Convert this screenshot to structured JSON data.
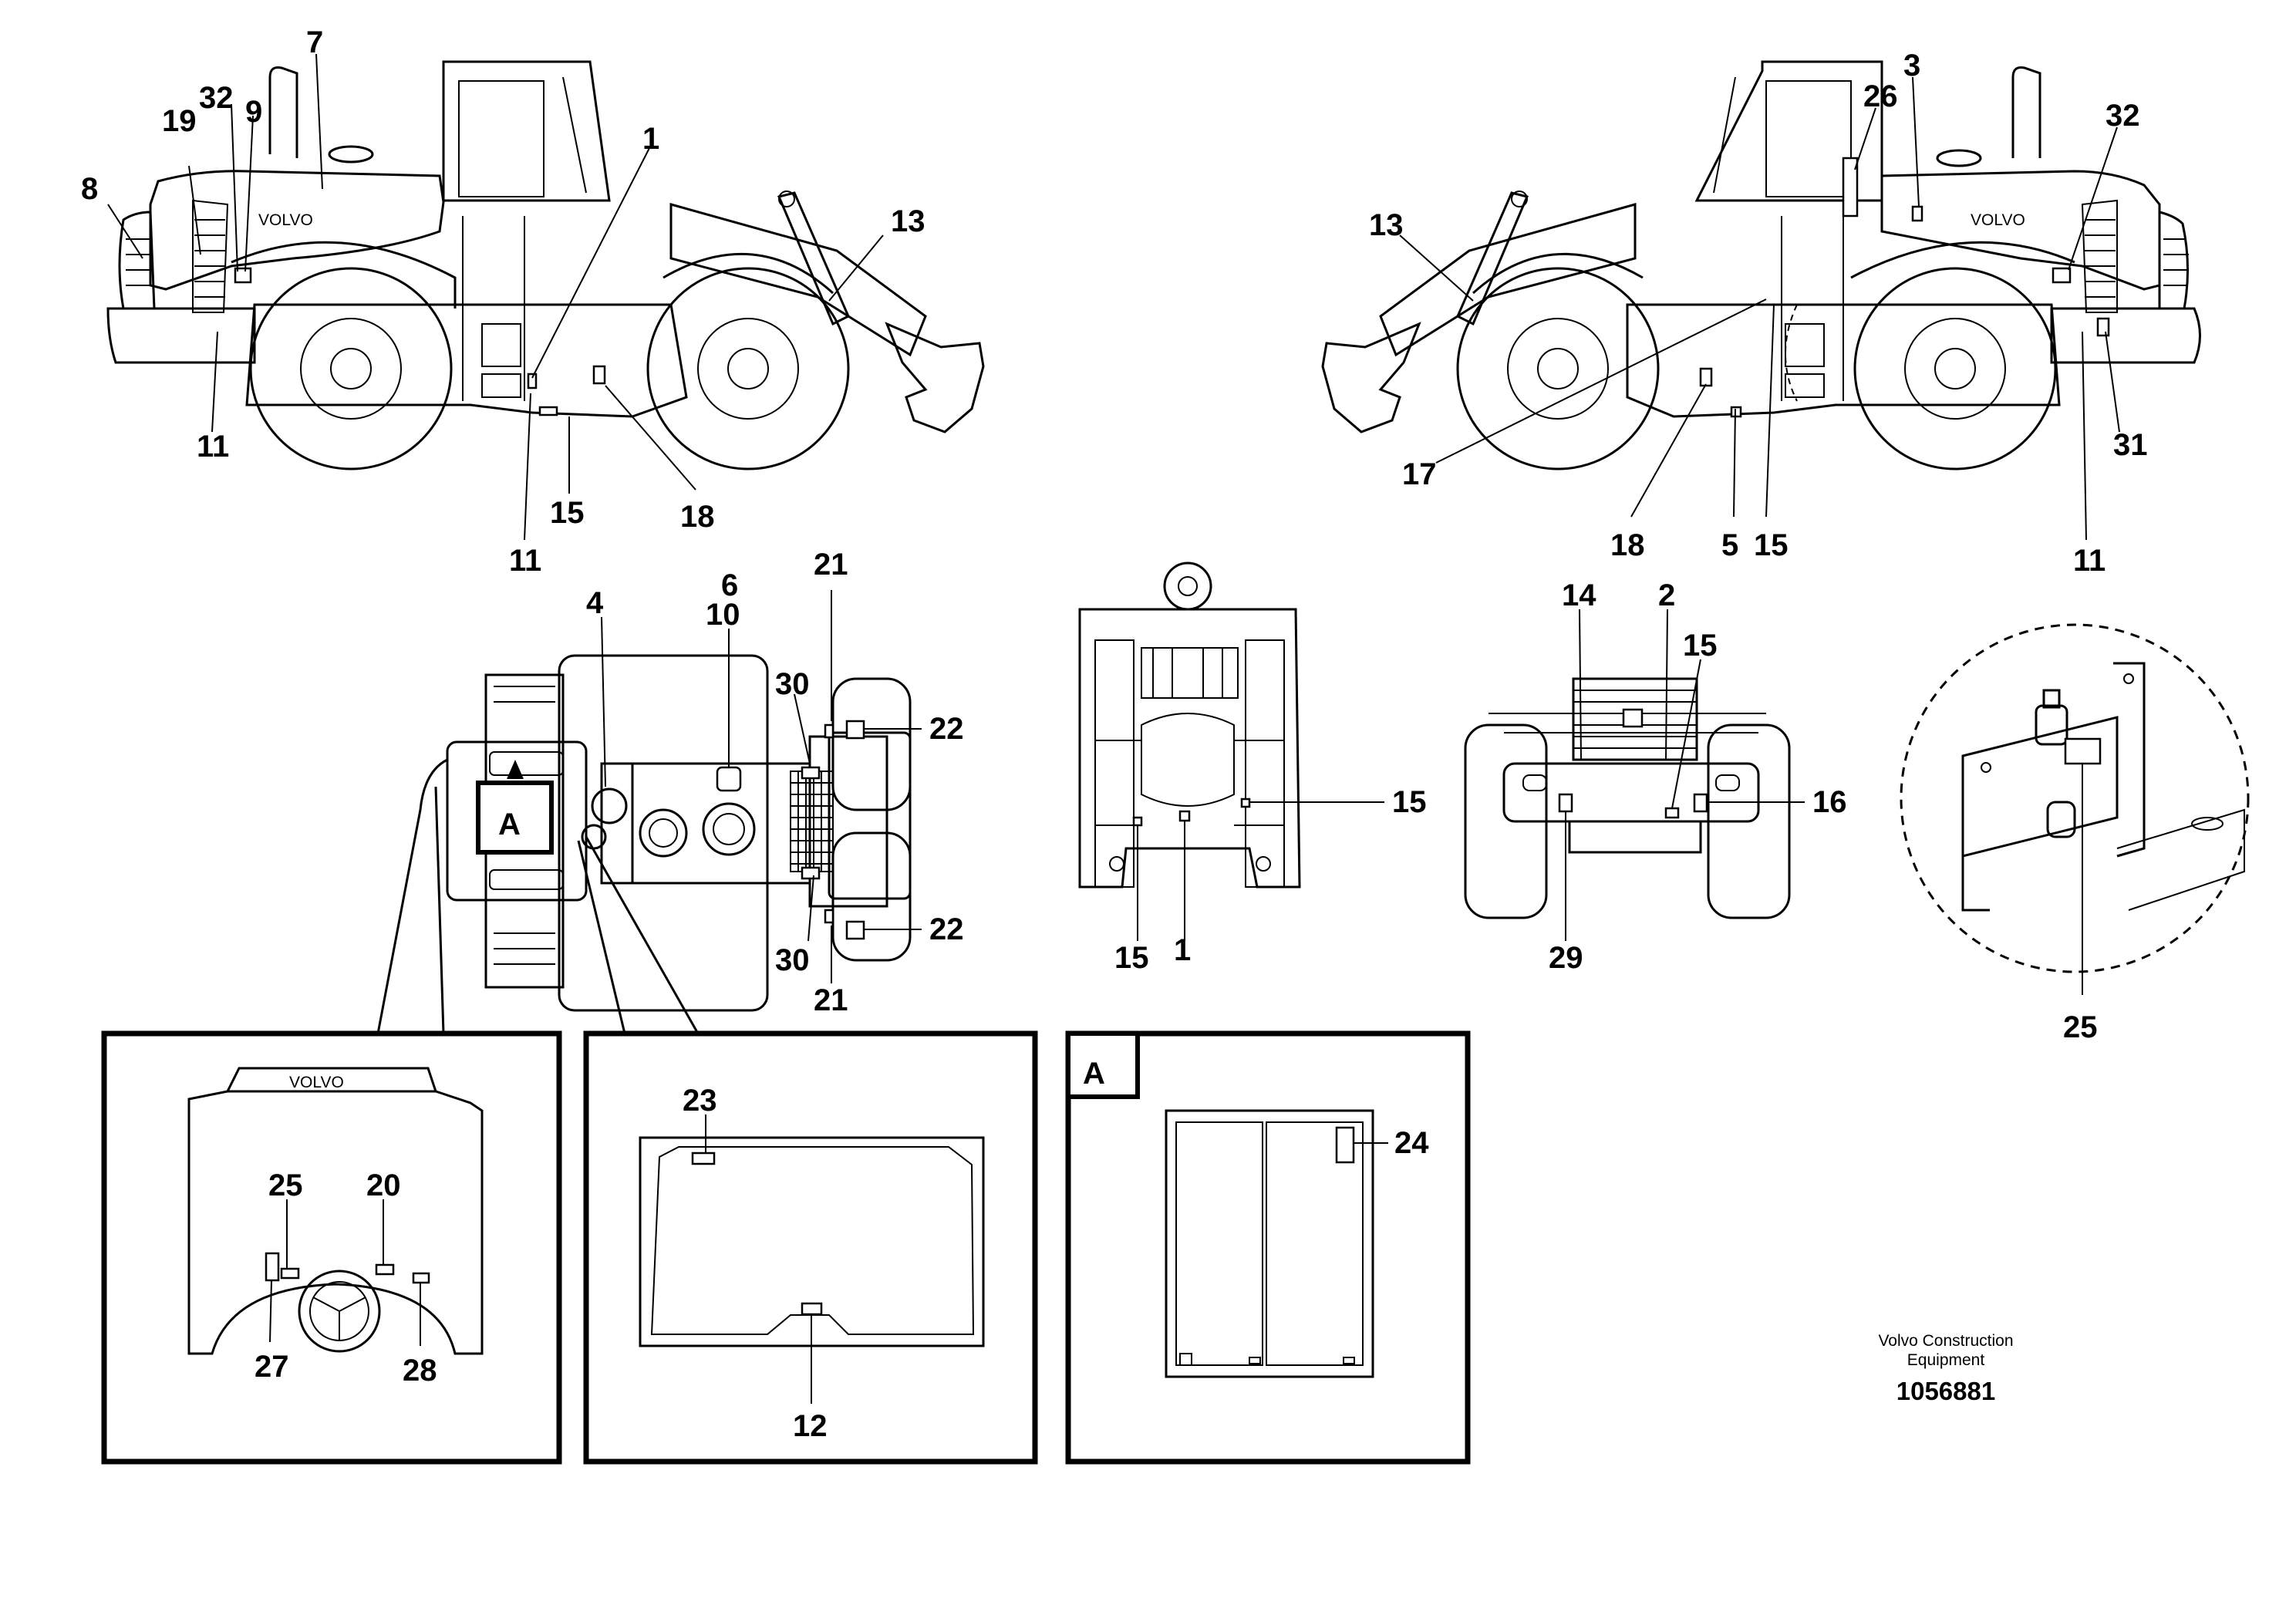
{
  "views": {
    "left_side": {
      "callouts": [
        {
          "id": "ls-1",
          "text": "1"
        },
        {
          "id": "ls-7",
          "text": "7"
        },
        {
          "id": "ls-8",
          "text": "8"
        },
        {
          "id": "ls-19",
          "text": "19"
        },
        {
          "id": "ls-32",
          "text": "32"
        },
        {
          "id": "ls-9",
          "text": "9"
        },
        {
          "id": "ls-13",
          "text": "13"
        },
        {
          "id": "ls-11a",
          "text": "11"
        },
        {
          "id": "ls-11b",
          "text": "11"
        },
        {
          "id": "ls-15",
          "text": "15"
        },
        {
          "id": "ls-18",
          "text": "18"
        }
      ],
      "hood_brand": "VOLVO"
    },
    "right_side": {
      "callouts": [
        {
          "id": "rs-3",
          "text": "3"
        },
        {
          "id": "rs-26",
          "text": "26"
        },
        {
          "id": "rs-32",
          "text": "32"
        },
        {
          "id": "rs-13",
          "text": "13"
        },
        {
          "id": "rs-17",
          "text": "17"
        },
        {
          "id": "rs-31",
          "text": "31"
        },
        {
          "id": "rs-18",
          "text": "18"
        },
        {
          "id": "rs-5",
          "text": "5"
        },
        {
          "id": "rs-15",
          "text": "15"
        },
        {
          "id": "rs-11",
          "text": "11"
        }
      ],
      "hood_brand": "VOLVO"
    },
    "top_view": {
      "callouts": [
        {
          "id": "tv-4",
          "text": "4"
        },
        {
          "id": "tv-6",
          "text": "6"
        },
        {
          "id": "tv-10",
          "text": "10"
        },
        {
          "id": "tv-21a",
          "text": "21"
        },
        {
          "id": "tv-30a",
          "text": "30"
        },
        {
          "id": "tv-22a",
          "text": "22"
        },
        {
          "id": "tv-22b",
          "text": "22"
        },
        {
          "id": "tv-30b",
          "text": "30"
        },
        {
          "id": "tv-21b",
          "text": "21"
        }
      ],
      "view_marker": "A"
    },
    "frame_view": {
      "callouts": [
        {
          "id": "fv-15a",
          "text": "15"
        },
        {
          "id": "fv-15b",
          "text": "15"
        },
        {
          "id": "fv-1",
          "text": "1"
        }
      ]
    },
    "rear_view": {
      "callouts": [
        {
          "id": "rv-14",
          "text": "14"
        },
        {
          "id": "rv-2",
          "text": "2"
        },
        {
          "id": "rv-15",
          "text": "15"
        },
        {
          "id": "rv-16",
          "text": "16"
        },
        {
          "id": "rv-29",
          "text": "29"
        }
      ]
    },
    "detail_circle": {
      "callouts": [
        {
          "id": "dc-25",
          "text": "25"
        }
      ]
    },
    "dashboard_detail": {
      "callouts": [
        {
          "id": "dd-25",
          "text": "25"
        },
        {
          "id": "dd-20",
          "text": "20"
        },
        {
          "id": "dd-27",
          "text": "27"
        },
        {
          "id": "dd-28",
          "text": "28"
        }
      ],
      "panel_brand": "VOLVO"
    },
    "window_detail": {
      "callouts": [
        {
          "id": "wd-23",
          "text": "23"
        },
        {
          "id": "wd-12",
          "text": "12"
        }
      ]
    },
    "door_detail": {
      "view_marker": "A",
      "callouts": [
        {
          "id": "dr-24",
          "text": "24"
        }
      ]
    }
  },
  "footer": {
    "brand_line1": "Volvo Construction",
    "brand_line2": "Equipment",
    "part_number": "1056881"
  }
}
